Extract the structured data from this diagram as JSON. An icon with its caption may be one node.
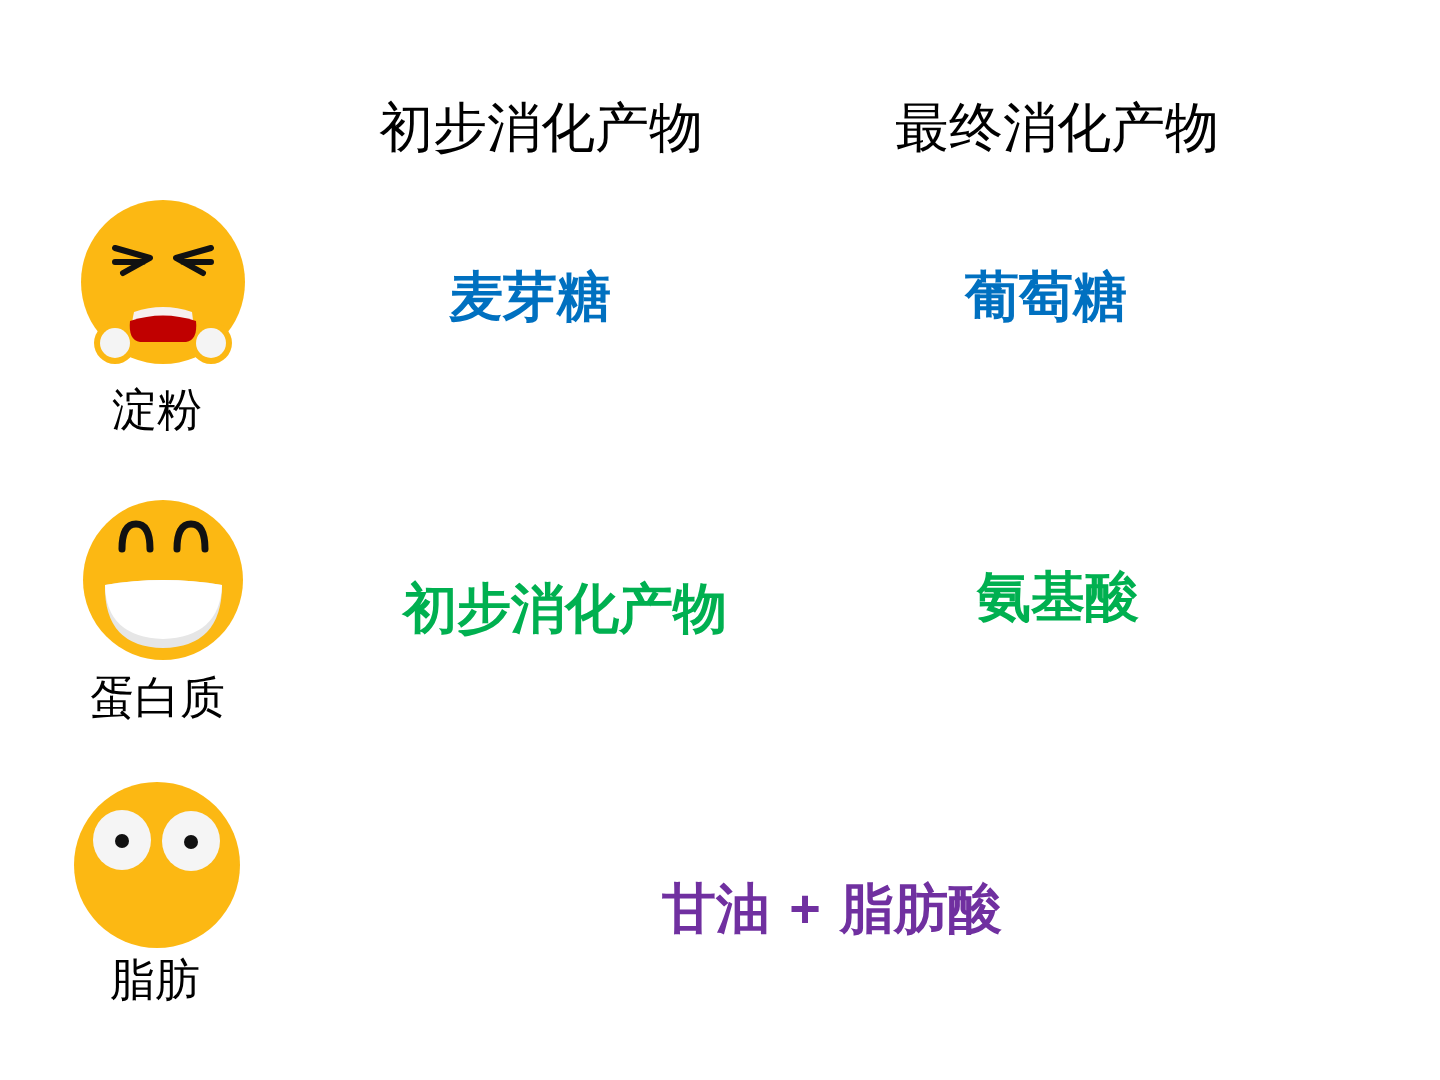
{
  "diagram": {
    "labels": [
      "初步消化产物",
      "最终消化产物",
      "麦芽糖",
      "葡萄糖",
      "淀粉",
      "初步消化产物",
      "氨基酸",
      "蛋白质",
      "甘油 **+** 脂肪酸",
      "脂肪"
    ]
  }
}
